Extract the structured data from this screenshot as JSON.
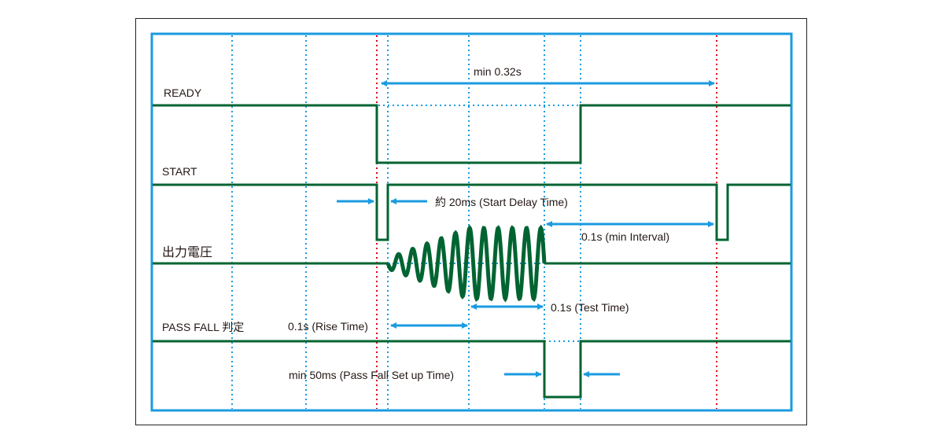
{
  "diagram": {
    "title": "",
    "signals": [
      {
        "id": "ready",
        "label": "READY"
      },
      {
        "id": "start",
        "label": "START"
      },
      {
        "id": "output",
        "label": "出力電圧"
      },
      {
        "id": "passfail",
        "label": "PASS FALL 判定"
      }
    ],
    "annotations": {
      "min_cycle": "min 0.32s",
      "start_delay": "約 20ms (Start Delay Time)",
      "min_interval": "0.1s (min Interval)",
      "test_time": "0.1s (Test Time)",
      "rise_time": "0.1s (Rise Time)",
      "setup_time": "min 50ms (Pass Fall Set up Time)"
    },
    "colors": {
      "frame": "#1a9be0",
      "grid": "#1a9be0",
      "marker": "#e60012",
      "signal": "#006432",
      "arrow": "#1a9be0",
      "text": "#231815"
    }
  }
}
